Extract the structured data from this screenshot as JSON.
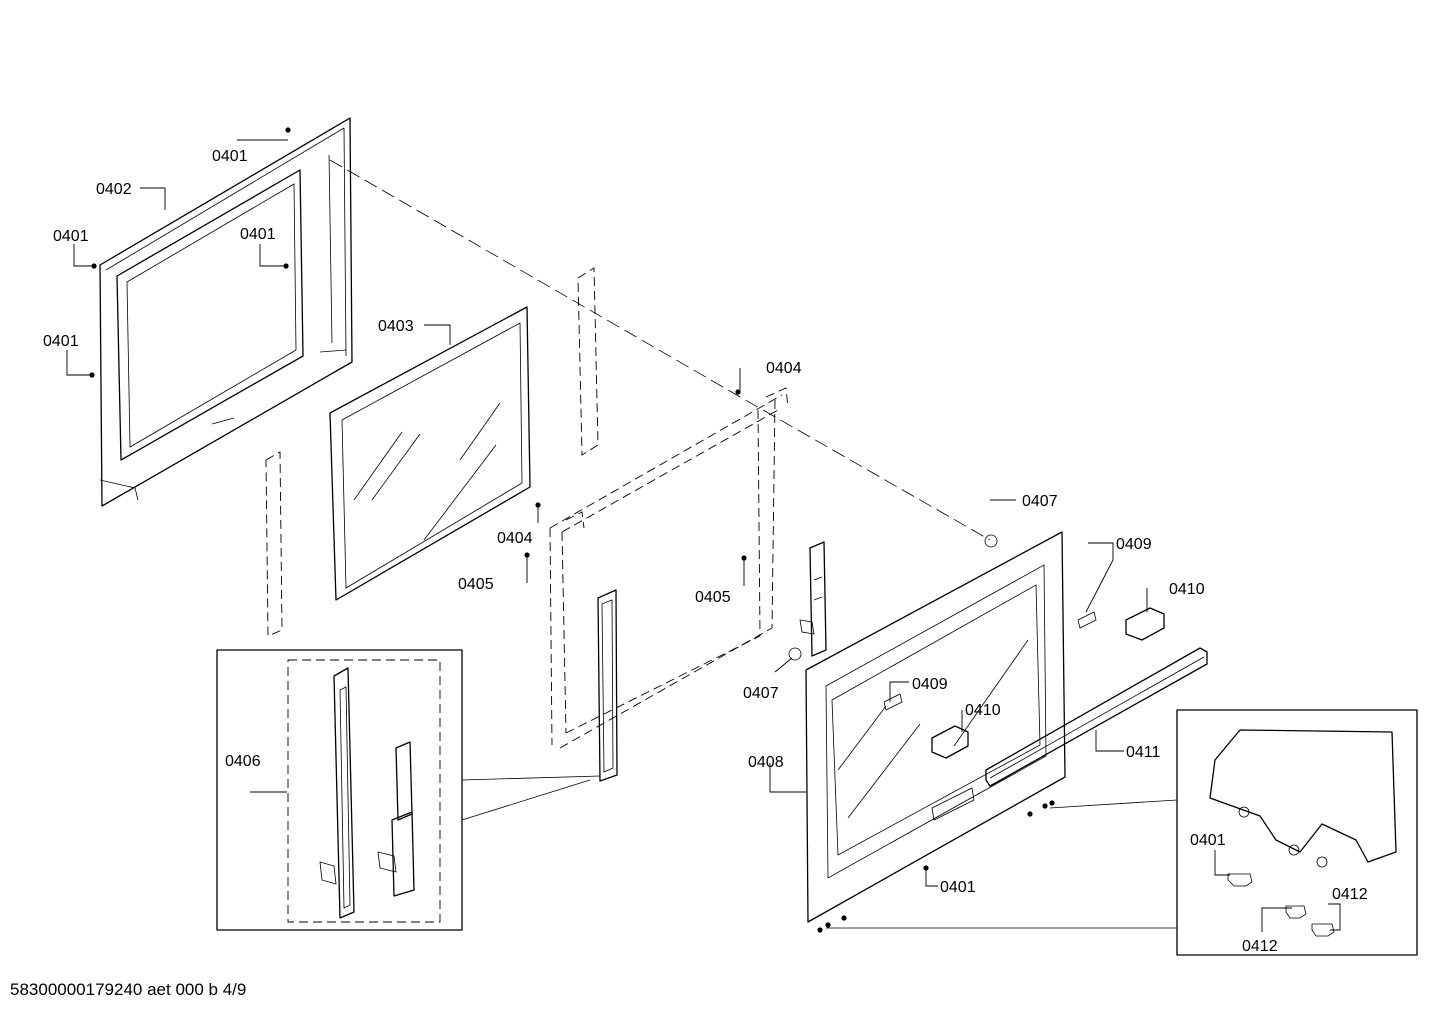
{
  "callouts": {
    "c01": "0401",
    "c02": "0402",
    "c03": "0401",
    "c04": "0401",
    "c05": "0401",
    "c06": "0403",
    "c07": "0404",
    "c08": "0404",
    "c09": "0405",
    "c10": "0405",
    "c11": "0407",
    "c12": "0407",
    "c13": "0409",
    "c14": "0410",
    "c15": "0409",
    "c16": "0410",
    "c17": "0411",
    "c18": "0408",
    "c19": "0401",
    "c20": "0406",
    "c21": "0401",
    "c22": "0412",
    "c23": "0412"
  },
  "footer": {
    "document_code": "58300000179240 aet 000 b 4/9"
  }
}
